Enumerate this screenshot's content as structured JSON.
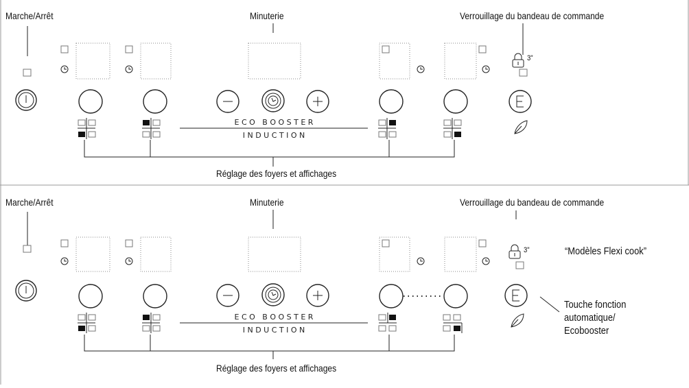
{
  "panel_top": {
    "label_power": "Marche/Arrêt",
    "label_timer": "Minuterie",
    "label_lock": "Verrouillage du bandeau de commande",
    "lock_time": "3\"",
    "brand_line1": "E C O   B O O S T E R",
    "brand_line2": "I N D U C T I O N",
    "label_zones": "Réglage des foyers et affichages"
  },
  "panel_bottom": {
    "label_power": "Marche/Arrêt",
    "label_timer": "Minuterie",
    "label_lock": "Verrouillage du bandeau de commande",
    "lock_time": "3\"",
    "model_note": "“Modèles Flexi cook”",
    "brand_line1": "E C O   B O O S T E R",
    "brand_line2": "I N D U C T I O N",
    "auto_line1": "Touche fonction",
    "auto_line2": "automatique/",
    "auto_line3": "Ecobooster",
    "label_zones": "Réglage des foyers et affichages"
  },
  "icons": [
    "power-icon",
    "timer-clock-icon",
    "minus-icon",
    "plus-icon",
    "lock-icon",
    "e-function-icon",
    "leaf-icon",
    "zone-indicator-icon"
  ]
}
